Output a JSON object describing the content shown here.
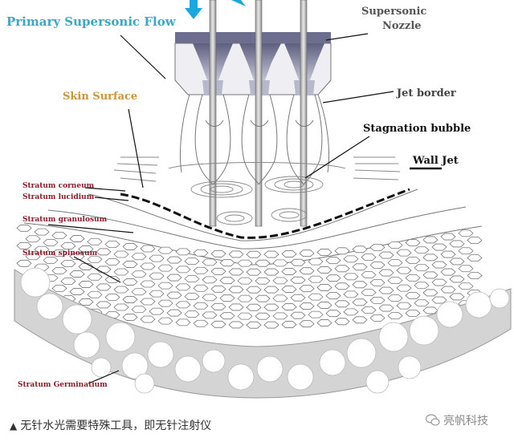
{
  "labels": {
    "primary_flow": "Primary Supersonic Flow",
    "nozzle_line1": "Supersonic",
    "nozzle_line2": "Nozzle",
    "skin_surface": "Skin Surface",
    "jet_border": "Jet border",
    "stagnation": "Stagnation bubble",
    "wall_jet": "Wall Jet",
    "corneum": "Stratum corneum",
    "lucidium": "Stratum lucidium",
    "granulosum": "Stratum granulosum",
    "spinosum": "Stratum spinosum",
    "germinatium": "Stratum Germinatium"
  },
  "caption": {
    "marker": "▲",
    "text": "无针水光需要特殊工具，即无针注射仪"
  },
  "watermark": {
    "icon": "wechat-icon",
    "text": "亮帆科技"
  },
  "colors": {
    "primary_flow": "#3fa6c6",
    "skin_surface": "#c8963c",
    "layer_label": "#8a1c2a",
    "arrow": "#1aa7e0",
    "nozzle": "#8a8aa8"
  }
}
